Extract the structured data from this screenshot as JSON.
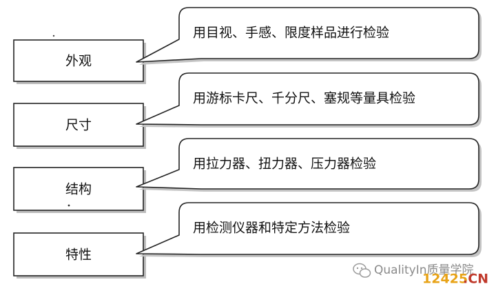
{
  "items": [
    {
      "label": "外观",
      "description": "用目视、手感、限度样品进行检验"
    },
    {
      "label": "尺寸",
      "description": "用游标卡尺、千分尺、塞规等量具检验"
    },
    {
      "label": "结构",
      "description": "用拉力器、扭力器、压力器检验"
    },
    {
      "label": "特性",
      "description": "用检测仪器和特定方法检验"
    }
  ],
  "watermark": {
    "source_text": "QualityIn质量学院",
    "site_number": "12425",
    "site_suffix": ".CN"
  }
}
